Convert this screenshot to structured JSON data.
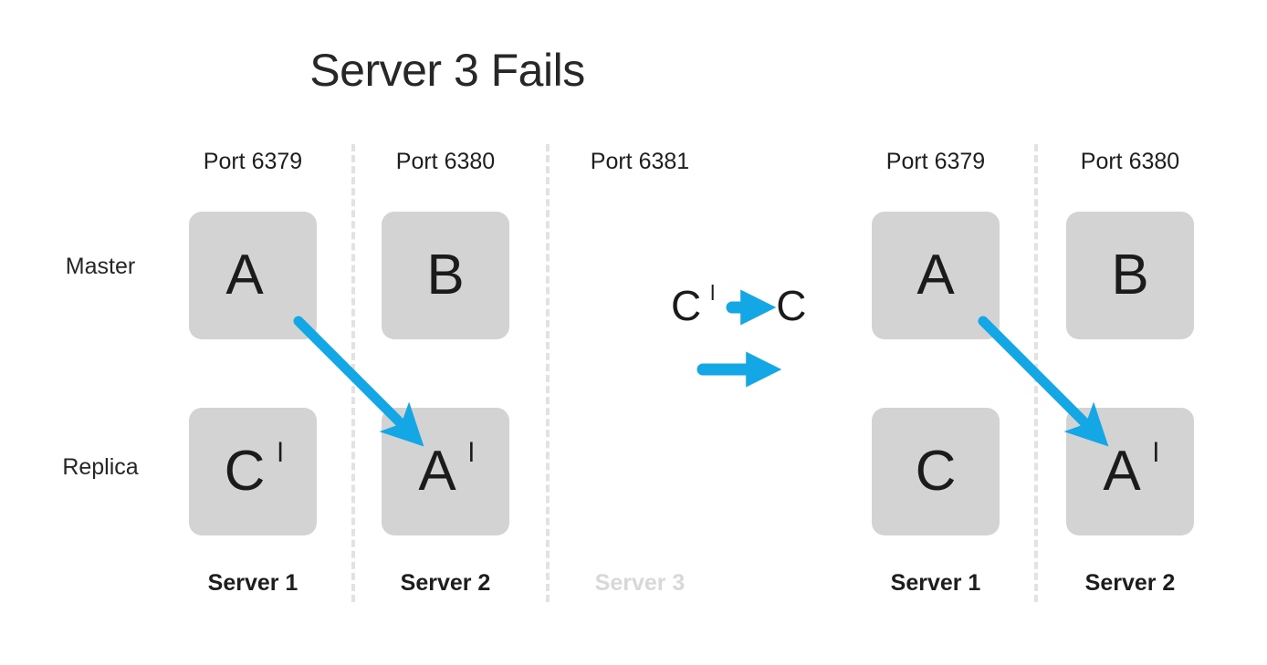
{
  "title": "Server 3 Fails",
  "row_labels": {
    "master": "Master",
    "replica": "Replica"
  },
  "accent_color": "#14a7e5",
  "box_color": "#d3d3d3",
  "dim_color": "#d8d8d8",
  "left_cluster": {
    "columns": [
      {
        "port": "Port 6379",
        "server": "Server 1",
        "failed": false,
        "master": {
          "letter": "A",
          "prime": ""
        },
        "replica": {
          "letter": "C",
          "prime": "l"
        }
      },
      {
        "port": "Port 6380",
        "server": "Server 2",
        "failed": false,
        "master": {
          "letter": "B",
          "prime": ""
        },
        "replica": {
          "letter": "A",
          "prime": "l"
        }
      },
      {
        "port": "Port 6381",
        "server": "Server 3",
        "failed": true,
        "master": null,
        "replica": null
      }
    ]
  },
  "right_cluster": {
    "columns": [
      {
        "port": "Port 6379",
        "server": "Server 1",
        "failed": false,
        "master": {
          "letter": "A",
          "prime": ""
        },
        "replica": {
          "letter": "C",
          "prime": ""
        }
      },
      {
        "port": "Port 6380",
        "server": "Server 2",
        "failed": false,
        "master": {
          "letter": "B",
          "prime": ""
        },
        "replica": {
          "letter": "A",
          "prime": "l"
        }
      }
    ]
  },
  "legend": {
    "from": {
      "letter": "C",
      "prime": "l"
    },
    "to": {
      "letter": "C",
      "prime": ""
    }
  },
  "arrows": [
    {
      "name": "left-failover-arrow",
      "from": [
        327,
        352
      ],
      "to": [
        462,
        487
      ]
    },
    {
      "name": "right-failover-arrow",
      "from": [
        1077,
        352
      ],
      "to": [
        1212,
        487
      ]
    },
    {
      "name": "legend-promote-arrow",
      "from": [
        800,
        337
      ],
      "to": [
        848,
        337
      ]
    },
    {
      "name": "transition-arrow",
      "from": [
        768,
        405
      ],
      "to": [
        862,
        405
      ]
    }
  ]
}
